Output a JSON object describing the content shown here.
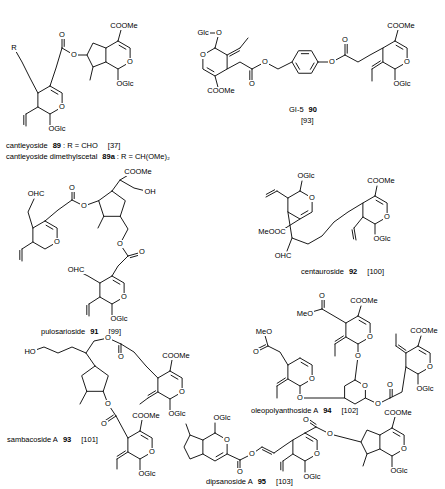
{
  "diagram": {
    "labels": [
      "COOMe",
      "R",
      "O",
      "O",
      "O",
      "OGlc",
      "O",
      "OGlc",
      "cantleyoside",
      "89",
      ": R = CHO",
      "[37]",
      "cantleyoside dimethylscetal",
      "89a",
      ": R = CH(OMe)₂",
      "Glc",
      "O",
      "O",
      "COOMe",
      "O",
      "O",
      "O",
      "O",
      "COOMe",
      "O",
      "OGlc",
      "GI-5",
      "90",
      "[93]",
      "COOMe",
      "OH",
      "OHC",
      "O",
      "O",
      "O",
      "O",
      "O",
      "OHC",
      "O",
      "OGlc",
      "pulosarioside",
      "91",
      "[99]",
      "OGlc",
      "O",
      "MeOOC",
      "COOMe",
      "O",
      "OGlc",
      "OHC",
      "centauroside",
      "92",
      "[100]",
      "MeO",
      "O",
      "COOMe",
      "O",
      "MeO",
      "O",
      "O",
      "O",
      "O",
      "O",
      "O",
      "O",
      "COOMe",
      "O",
      "OGlc",
      "oleopolyanthoside A",
      "94",
      "[102]",
      "HO",
      "O",
      "O",
      "COOMe",
      "O",
      "OGlc",
      "O",
      "O",
      "COOMe",
      "O",
      "OGlc",
      "sambacoside A",
      "93",
      "[101]",
      "OGlc",
      "O",
      "O",
      "O",
      "O",
      "O",
      "O",
      "OGlc",
      "COOMe",
      "O",
      "OGlc",
      "dipsanoside A",
      "95",
      "[103]"
    ]
  }
}
